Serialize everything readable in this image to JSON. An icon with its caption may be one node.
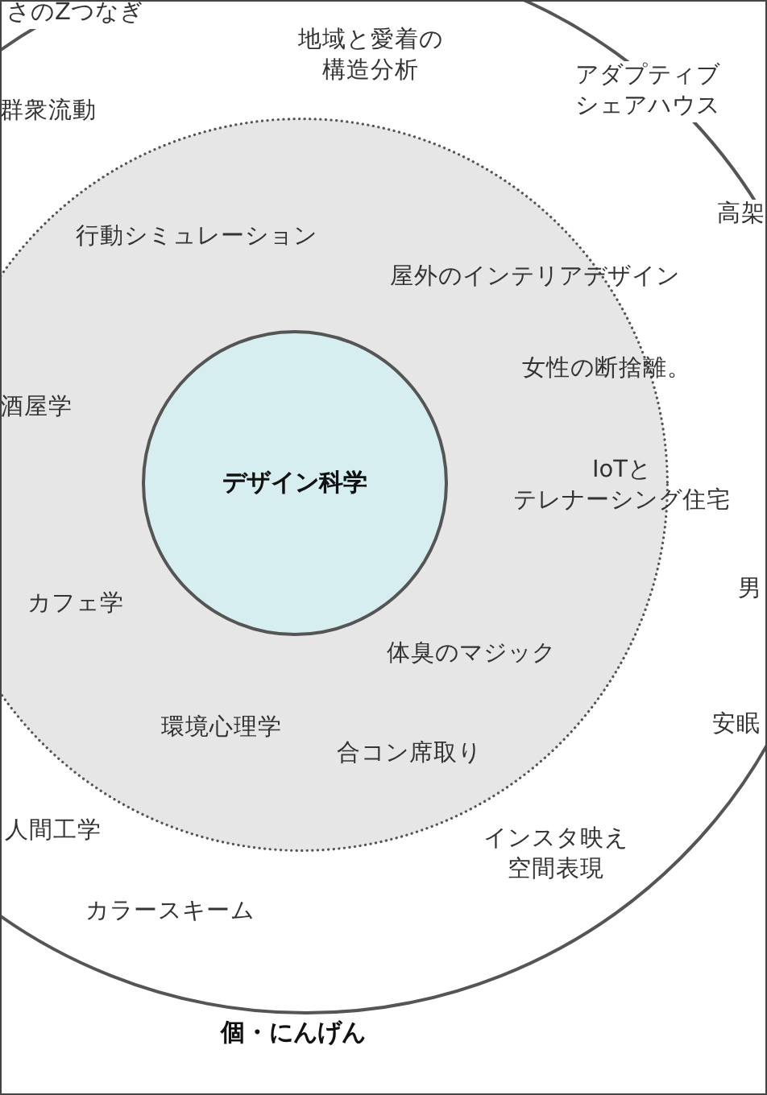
{
  "diagram": {
    "nodes": [
      {
        "text": [
          "個・にんげん"
        ]
      },
      {
        "text": [],
        "shape": "circle",
        "in": 0
      },
      {
        "text": [
          "デザイン科学"
        ],
        "in": 1
      }
    ],
    "labels": [
      "さのZつなぎ",
      "地域と愛着の構造分析",
      "アダプティブシェアハウス",
      "群衆流動",
      "高架",
      "行動シミュレーション",
      "屋外のインテリアデザイン",
      "女性の断捨離。",
      "酒屋学",
      "IoTとテレナーシング住宅",
      "男",
      "カフェ学",
      "体臭のマジック",
      "安眠",
      "環境心理学",
      "合コン席取り",
      "人間工学",
      "インスタ映え空間表現",
      "カラースキーム"
    ]
  }
}
